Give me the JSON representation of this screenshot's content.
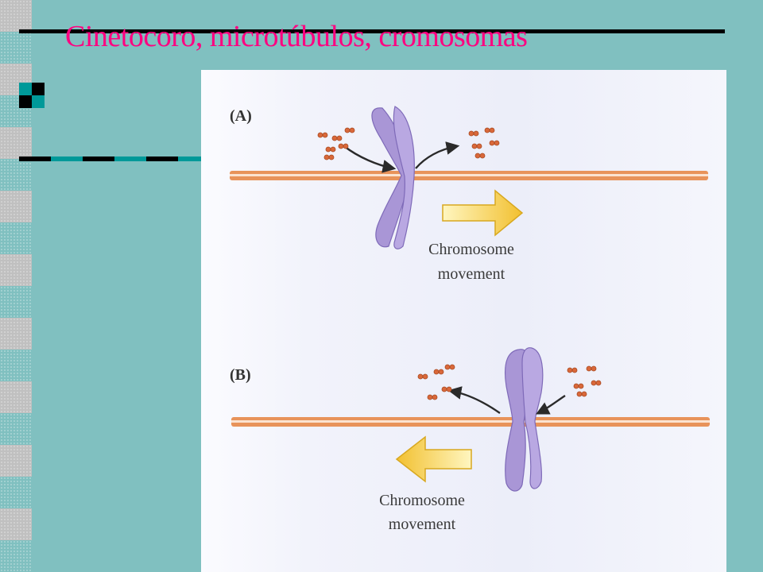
{
  "slide": {
    "title": "Cinetocoro, microtúbulos, cromosomas",
    "colors": {
      "background": "#80c0c0",
      "title": "#ff0080",
      "rule": "#000000",
      "accent": "#009999"
    }
  },
  "figure": {
    "panels": [
      {
        "label": "(A)",
        "caption_line1": "Chromosome",
        "caption_line2": "movement",
        "direction": "right"
      },
      {
        "label": "(B)",
        "caption_line1": "Chromosome",
        "caption_line2": "movement",
        "direction": "left"
      }
    ],
    "colors": {
      "microtubule": "#e8935a",
      "chromosome": "#a996d6",
      "arrow_start": "#fff6c0",
      "arrow_end": "#f2c030",
      "subunit": "#d9683a"
    }
  }
}
